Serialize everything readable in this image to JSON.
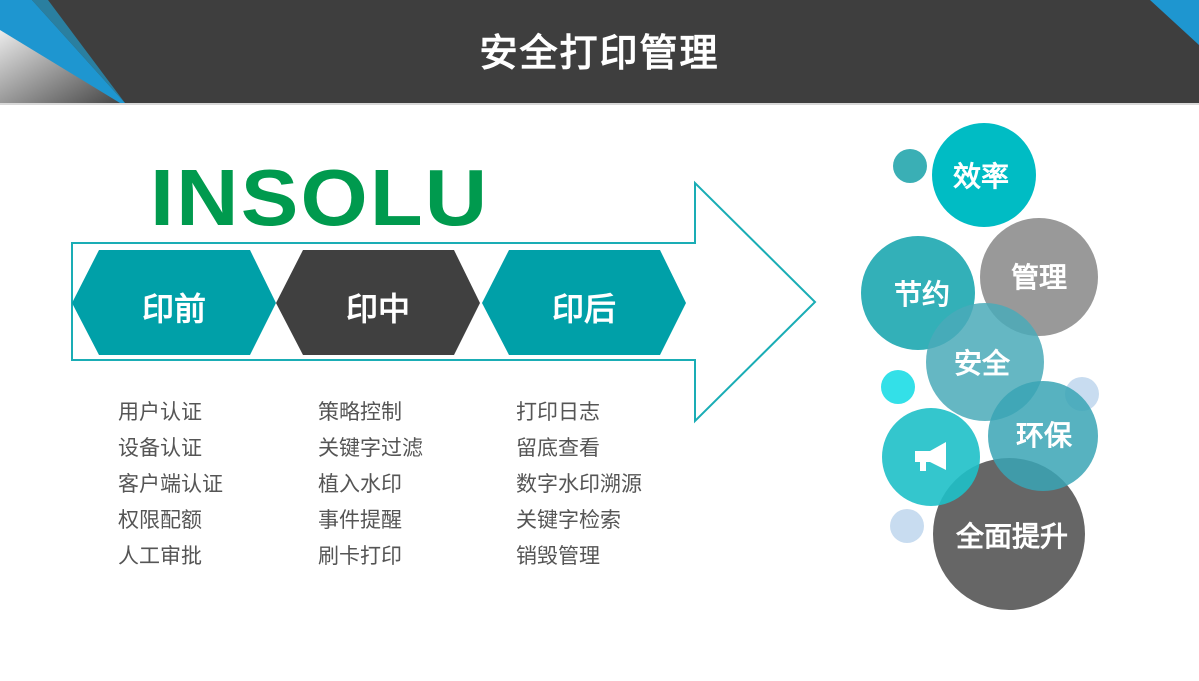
{
  "title": "安全打印管理",
  "logo": "INSOLU",
  "stages": [
    {
      "label": "印前",
      "items": [
        "用户认证",
        "设备认证",
        "客户端认证",
        "权限配额",
        "人工审批"
      ]
    },
    {
      "label": "印中",
      "items": [
        "策略控制",
        "关键字过滤",
        "植入水印",
        "事件提醒",
        "刷卡打印"
      ]
    },
    {
      "label": "印后",
      "items": [
        "打印日志",
        "留底查看",
        "数字水印溯源",
        "关键字检索",
        "销毁管理"
      ]
    }
  ],
  "benefits": {
    "efficiency": "效率",
    "saving": "节约",
    "management": "管理",
    "security": "安全",
    "eco": "环保",
    "overall": "全面提升"
  },
  "colors": {
    "teal": "#00a0a8",
    "dark": "#404040",
    "header": "#3e3e3e",
    "logo_green": "#009a4e"
  }
}
